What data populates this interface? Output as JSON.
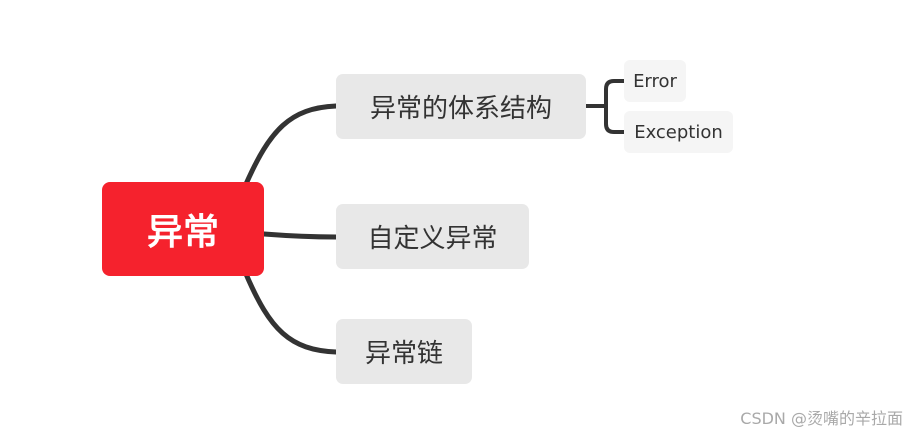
{
  "root": {
    "label": "异常",
    "color": "#f5222d"
  },
  "branches": [
    {
      "label": "异常的体系结构",
      "children": [
        "Error",
        "Exception"
      ]
    },
    {
      "label": "自定义异常"
    },
    {
      "label": "异常链"
    }
  ],
  "watermark": "CSDN @烫嘴的辛拉面",
  "colors": {
    "branch_fill": "#e8e8e8",
    "leaf_fill": "#f5f5f5",
    "connector": "#333333",
    "text": "#333333"
  }
}
